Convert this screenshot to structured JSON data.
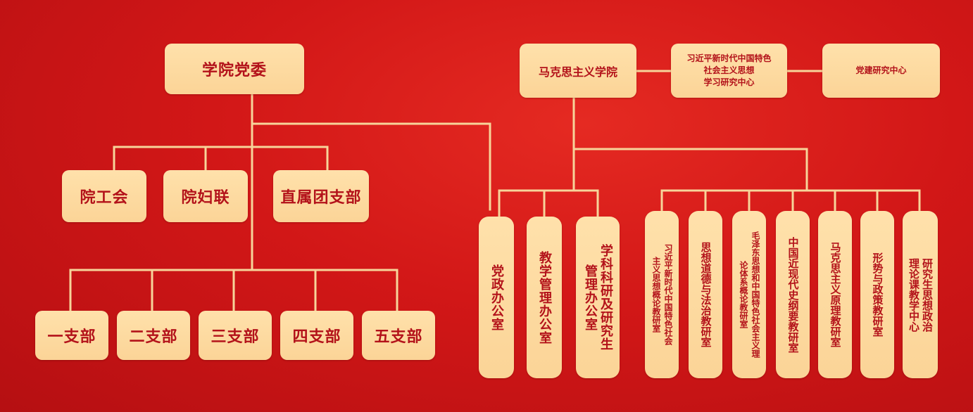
{
  "colors": {
    "background": "#d41a1a",
    "box_fill": "#fcd89d",
    "box_text": "#b3121a",
    "connector": "#f7d49a"
  },
  "left": {
    "root": "学院党委",
    "orgs": [
      "院工会",
      "院妇联",
      "直属团支部"
    ],
    "branches": [
      "一支部",
      "二支部",
      "三支部",
      "四支部",
      "五支部"
    ]
  },
  "right": {
    "root": "马克思主义学院",
    "center1": "习近平新时代中国特色\n社会主义思想\n学习研究中心",
    "center2": "党建研究中心",
    "offices": [
      "党政办公室",
      "教学管理办公室",
      "学科科研及研究生\n管理办公室"
    ],
    "departments": [
      "习近平新时代中国特色社会\n主义思想概论教研室",
      "思想道德与法治教研室",
      "毛泽东思想和中国特色社会主义理\n论体系概论教研室",
      "中国近现代史纲要教研室",
      "马克思主义原理教研室",
      "形势与政策教研室",
      "研究生思想政治\n理论课教学中心"
    ]
  }
}
